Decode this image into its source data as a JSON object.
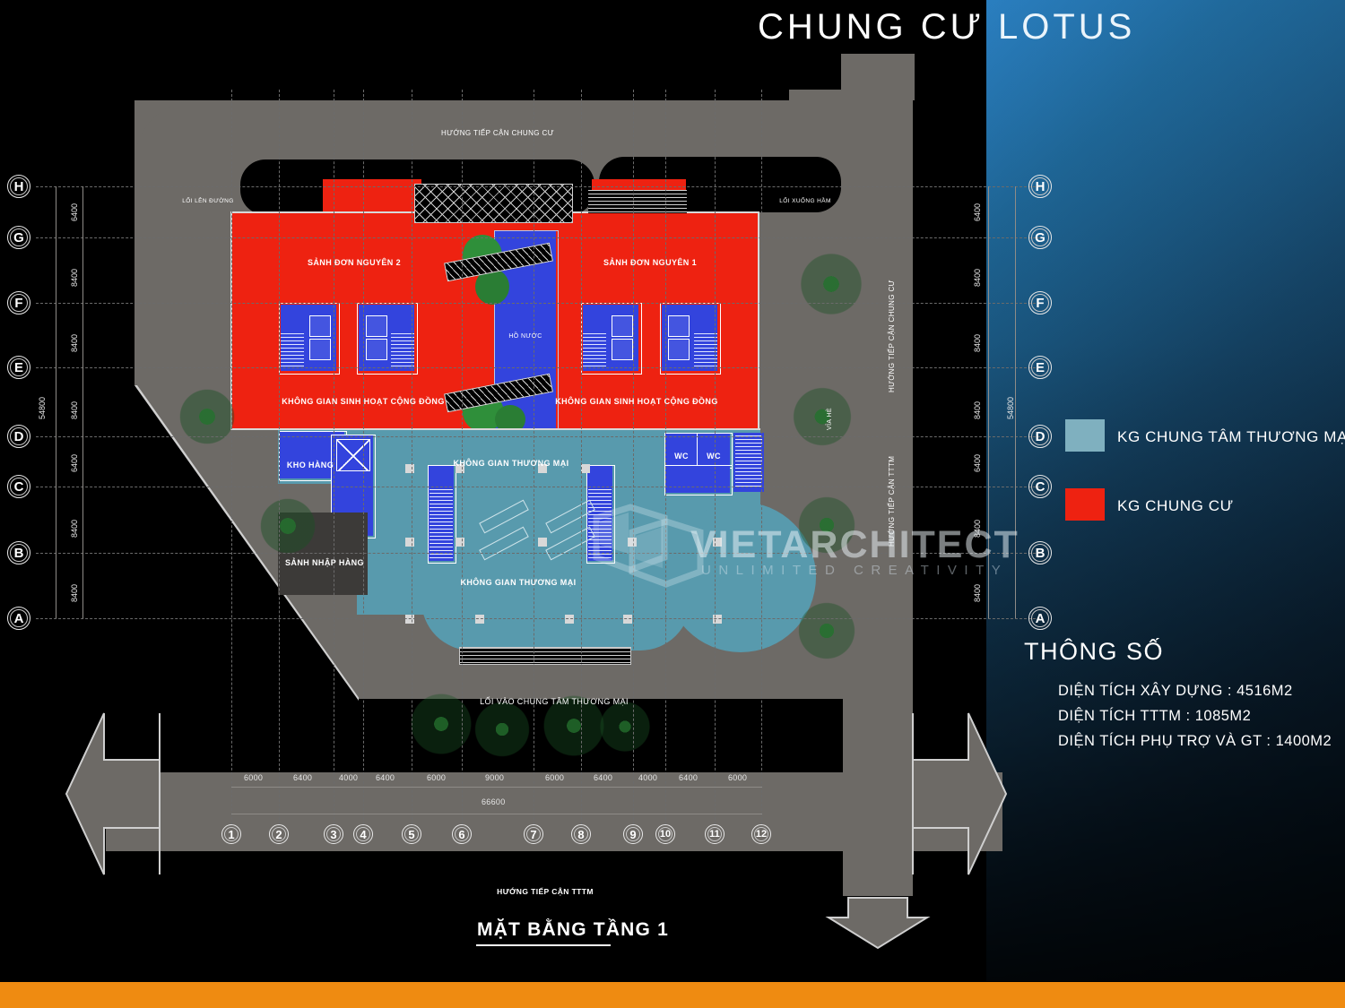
{
  "header": {
    "title_part1": "CHUNG CƯ",
    "title_part2": "LOTUS"
  },
  "legend": {
    "items": [
      {
        "label": "KG CHUNG TÂM THƯƠNG MẠI",
        "color": "#7fb0bf"
      },
      {
        "label": "KG CHUNG CƯ",
        "color": "#ee2211"
      }
    ]
  },
  "specs": {
    "heading": "THÔNG SỐ",
    "lines": [
      "DIỆN TÍCH XÂY DỰNG : 4516M2",
      "DIỆN TÍCH TTTM : 1085M2",
      "DIỆN TÍCH PHỤ TRỢ VÀ GT : 1400M2"
    ]
  },
  "plan": {
    "title": "MẶT BẰNG TẦNG 1",
    "room_labels": [
      "SẢNH ĐƠN NGUYÊN 2",
      "SẢNH ĐƠN NGUYÊN 1",
      "KHÔNG GIAN SINH HOẠT CỘNG ĐỒNG",
      "KHÔNG GIAN SINH HOẠT CỘNG ĐỒNG",
      "HỒ NƯỚC",
      "KHO HÀNG",
      "SẢNH NHẬP HÀNG",
      "KHÔNG GIAN THƯƠNG MẠI",
      "KHÔNG GIAN THƯƠNG MẠI",
      "WC",
      "WC"
    ],
    "access_labels": {
      "top": "HƯỚNG TIẾP CẬN CHUNG CƯ",
      "left_ramp": "LỐI LÊN ĐƯỜNG",
      "right_ramp": "LỐI XUỐNG HẦM",
      "right_apartment": "HƯỚNG TIẾP CẬN CHUNG CƯ",
      "right_mall": "HƯỚNG TIẾP CẬN TTTM",
      "sidewalk": "VỈA HÈ",
      "mall_entry": "LỐI VÀO CHUNG TÂM THƯƠNG MẠI",
      "bottom": "HƯỚNG TIẾP CẬN TTTM"
    }
  },
  "grid": {
    "letters": [
      "H",
      "G",
      "F",
      "E",
      "D",
      "C",
      "B",
      "A"
    ],
    "letter_y": [
      208,
      265,
      338,
      410,
      487,
      543,
      617,
      690
    ],
    "vertical_dims": [
      "6400",
      "8400",
      "8400",
      "8400",
      "6400",
      "8400",
      "8400"
    ],
    "vertical_dim_y": [
      208,
      265,
      338,
      410,
      487,
      543,
      617
    ],
    "vertical_total": "54800",
    "numbers": [
      "1",
      "2",
      "3",
      "4",
      "5",
      "6",
      "7",
      "8",
      "9",
      "10",
      "11",
      "12"
    ],
    "number_x": [
      258,
      311,
      372,
      405,
      459,
      515,
      595,
      648,
      706,
      742,
      797,
      849
    ],
    "horizontal_dims": [
      "6000",
      "6400",
      "4000",
      "6400",
      "6000",
      "9000",
      "6000",
      "6400",
      "4000",
      "6400",
      "6000"
    ],
    "horizontal_total": "66600"
  },
  "watermark": {
    "text": "VIETARCHITECT",
    "subtext": "UNLIMITED CREATIVITY"
  },
  "colors": {
    "apartment_red": "#ee2211",
    "mall_teal": "#589aad",
    "legend_teal": "#7fb0bf",
    "water_blue": "#3344dd",
    "road_grey": "#6d6a66",
    "footer_orange": "#ef8b11",
    "panel_blue": "#2b7fc0"
  }
}
